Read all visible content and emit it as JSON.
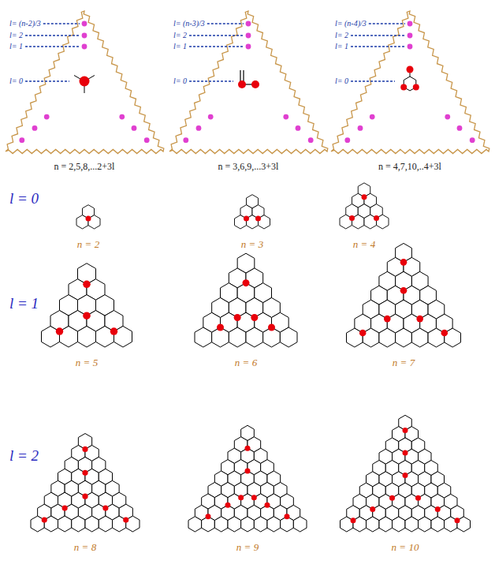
{
  "diagram": {
    "labels": [
      "l= (n-2)/3",
      "l= 2",
      "l= 1",
      "l= 0",
      "l= (n-3)/3",
      "l= 2",
      "l= 1",
      "l= 0",
      "l= (n-4)/3",
      "l= 2",
      "l= 1",
      "l= 0",
      "n = 2,5,8,...2+3l",
      "n = 3,6,9,...3+3l",
      "n = 4,7,10,..4+3l",
      "l = 0",
      "n = 2",
      "n = 3",
      "n = 4",
      "l = 1",
      "n = 5",
      "n = 6",
      "n = 7",
      "l = 2",
      "n = 8",
      "n = 9",
      "n = 10"
    ]
  }
}
